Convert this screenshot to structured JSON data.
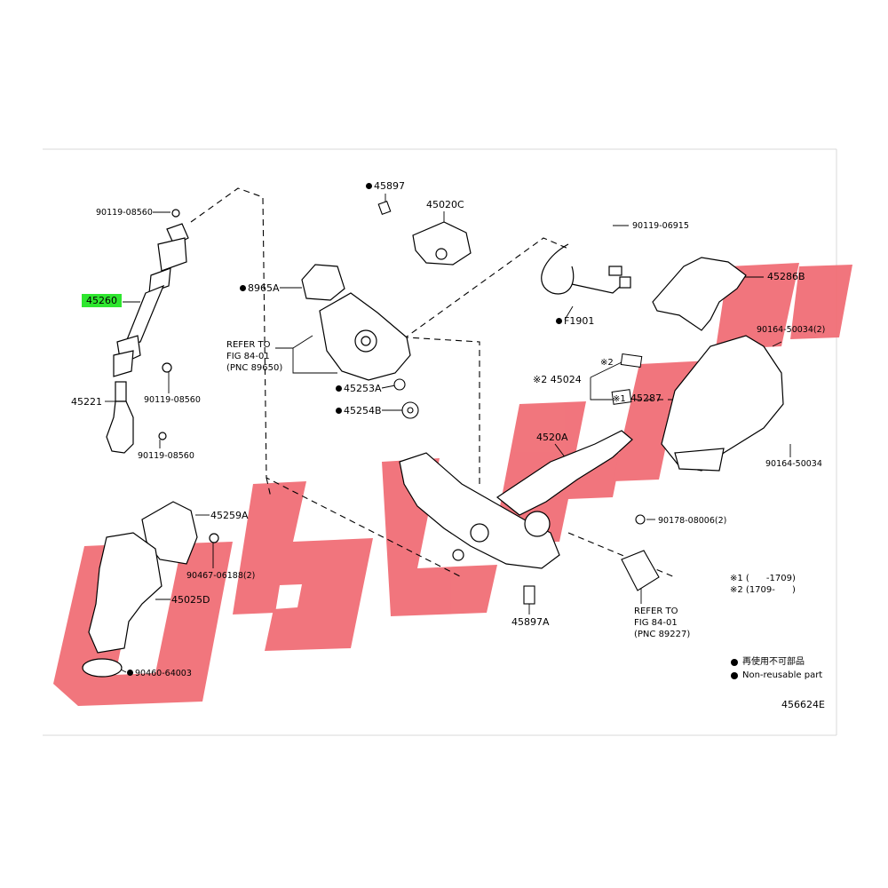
{
  "labels": {
    "l_90119_08560_top": "90119-08560",
    "l_45260": "45260",
    "l_90119_08560_mid": "90119-08560",
    "l_45221": "45221",
    "l_90119_08560_bot": "90119-08560",
    "l_45897": "45897",
    "l_45020C": "45020C",
    "l_8965A": "8965A",
    "l_refer1_a": "REFER TO",
    "l_refer1_b": "FIG 84-01",
    "l_refer1_c": "(PNC 89650)",
    "l_45253A": "45253A",
    "l_45254B": "45254B",
    "l_90119_06915": "90119-06915",
    "l_F1901": "F1901",
    "l_45286B": "45286B",
    "l_90164_50034_2": "90164-50034(2)",
    "l_x2": "※2",
    "l_x2_45024": "※2 45024",
    "l_x1": "※1",
    "l_45287": "45287",
    "l_4520A": "4520A",
    "l_90164_50034": "90164-50034",
    "l_45259A": "45259A",
    "l_90467": "90467-06188(2)",
    "l_45025D": "45025D",
    "l_90460": "90460-64003",
    "l_90178": "90178-08006(2)",
    "l_45897A": "45897A",
    "l_refer2_a": "REFER TO",
    "l_refer2_b": "FIG 84-01",
    "l_refer2_c": "(PNC 89227)"
  },
  "notes": {
    "n1": "※1 (      -1709)",
    "n2": "※2 (1709-      )"
  },
  "legend": {
    "jp": "再使用不可部品",
    "en": "Non-reusable part"
  },
  "figure_code": "456624E",
  "colors": {
    "highlight": "#2ee62e",
    "watermark": "#f06a72",
    "line": "#000000"
  }
}
